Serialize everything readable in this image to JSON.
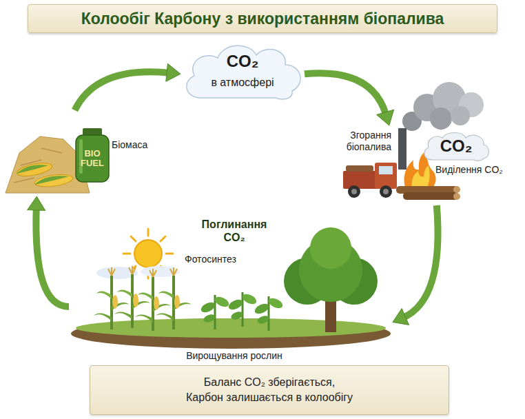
{
  "diagram": {
    "title": "Колообіг Карбону з використанням біопалива",
    "caption": "Баланс CO₂ зберігається, Карбон залишається в колообігу",
    "nodes": [
      {
        "text": [
          "CO₂",
          "в атмосфері"
        ]
      },
      {
        "text": [
          "Згорання біопалива",
          "Виділення CO₂"
        ]
      },
      {
        "text": [
          "CO₂"
        ],
        "in": 1
      },
      {
        "text": [
          "Поглинання CO₂",
          "Фотосинтез",
          "Вирощування рослин"
        ]
      },
      {
        "text": [
          "Біомаса"
        ]
      },
      {
        "text": [
          "BIO FUEL"
        ],
        "in": 4
      }
    ],
    "edges": [
      {
        "from": 4,
        "to": 0,
        "arrow": "to"
      },
      {
        "from": 0,
        "to": 1,
        "arrow": "to"
      },
      {
        "from": 1,
        "to": 3,
        "arrow": "to"
      },
      {
        "from": 3,
        "to": 4,
        "arrow": "to"
      }
    ]
  }
}
